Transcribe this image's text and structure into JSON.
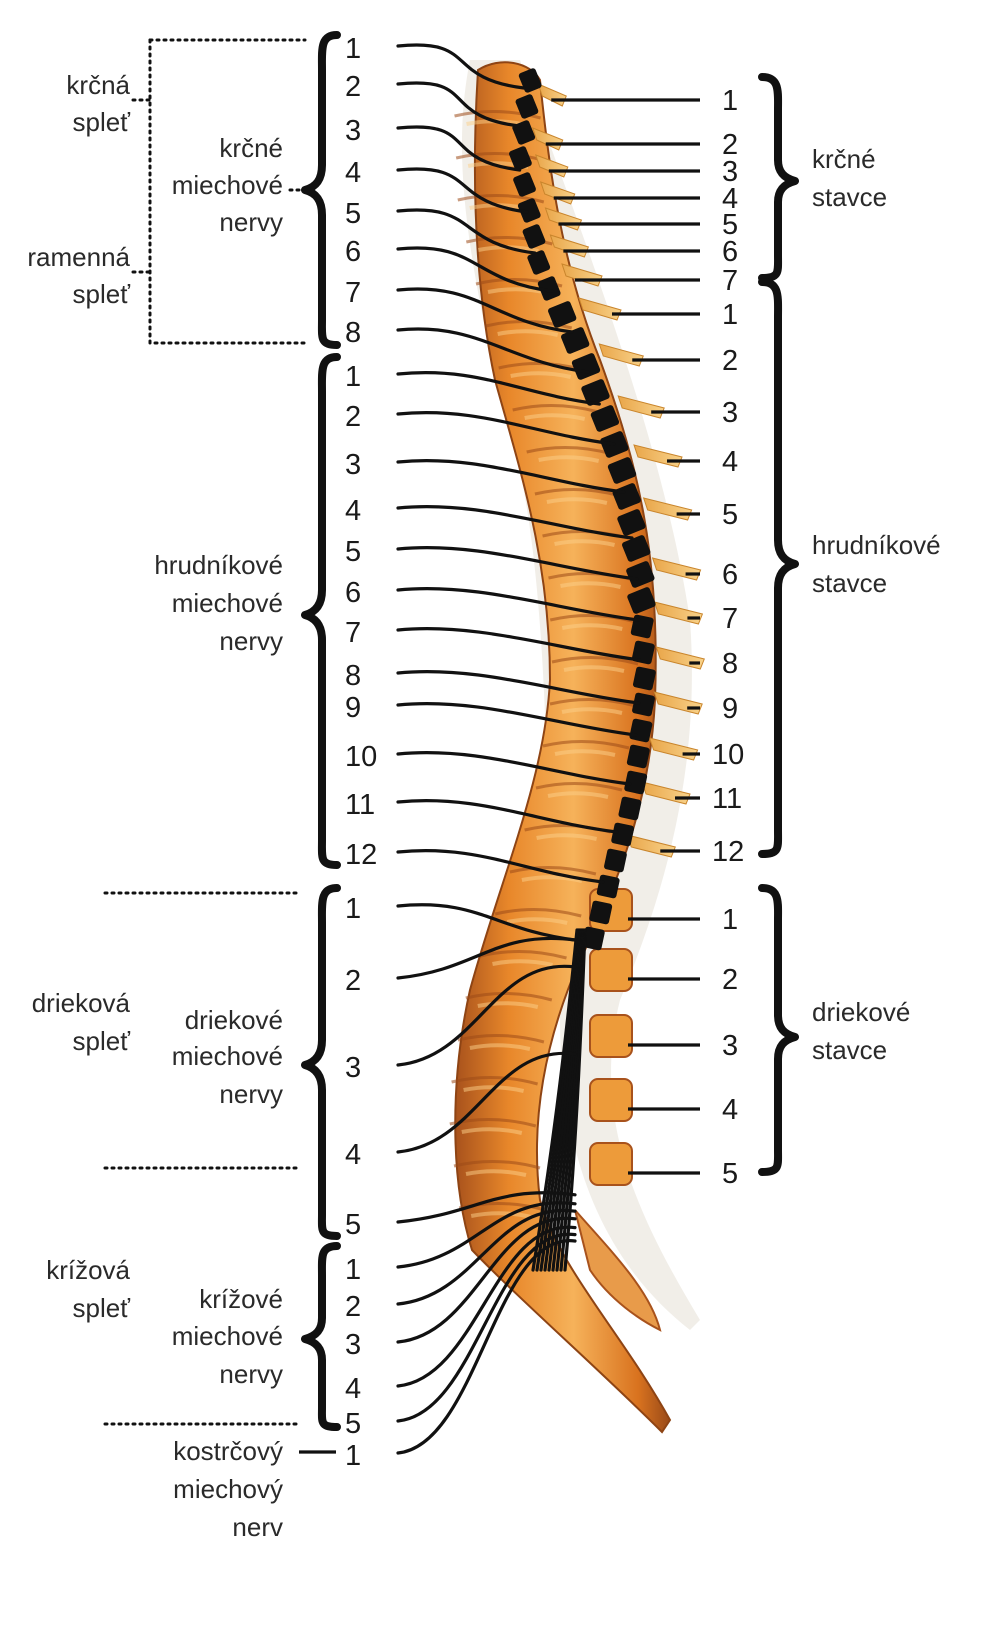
{
  "left_groups": [
    {
      "id": "cervical",
      "labels": [
        "1",
        "2",
        "3",
        "4",
        "5",
        "6",
        "7",
        "8"
      ]
    },
    {
      "id": "thoracic",
      "labels": [
        "1",
        "2",
        "3",
        "4",
        "5",
        "6",
        "7",
        "8",
        "9",
        "10",
        "11",
        "12"
      ]
    },
    {
      "id": "lumbar",
      "labels": [
        "1",
        "2",
        "3",
        "4",
        "5"
      ]
    },
    {
      "id": "sacral",
      "labels": [
        "1",
        "2",
        "3",
        "4",
        "5"
      ]
    },
    {
      "id": "coccygeal",
      "labels": [
        "1"
      ]
    }
  ],
  "right_groups": [
    {
      "id": "cervical",
      "labels": [
        "1",
        "2",
        "3",
        "4",
        "5",
        "6",
        "7"
      ]
    },
    {
      "id": "thoracic",
      "labels": [
        "1",
        "2",
        "3",
        "4",
        "5",
        "6",
        "7",
        "8",
        "9",
        "10",
        "11",
        "12"
      ]
    },
    {
      "id": "lumbar",
      "labels": [
        "1",
        "2",
        "3",
        "4",
        "5"
      ]
    }
  ],
  "plexus_labels": {
    "cervical": [
      "krčná",
      "spleť"
    ],
    "brachial": [
      "ramenná",
      "spleť"
    ],
    "lumbar": [
      "drieková",
      "spleť"
    ],
    "sacral": [
      "krížová",
      "spleť"
    ]
  },
  "nerve_labels": {
    "cervical": [
      "krčné",
      "miechové",
      "nervy"
    ],
    "thoracic": [
      "hrudníkové",
      "miechové",
      "nervy"
    ],
    "lumbar": [
      "driekové",
      "miechové",
      "nervy"
    ],
    "sacral": [
      "krížové",
      "miechové",
      "nervy"
    ],
    "coccygeal": [
      "kostrčový",
      "miechový",
      "nerv"
    ]
  },
  "vertebra_labels": {
    "cervical": [
      "krčné",
      "stavce"
    ],
    "thoracic": [
      "hrudníkové",
      "stavce"
    ],
    "lumbar": [
      "driekové",
      "stavce"
    ]
  },
  "colors": {
    "vertebra_body": "#e8872a",
    "vertebra_light": "#f6b25a",
    "vertebra_shadow": "#a8521c",
    "process": "#f3c06a",
    "cord": "#111111",
    "ink": "#111111"
  }
}
